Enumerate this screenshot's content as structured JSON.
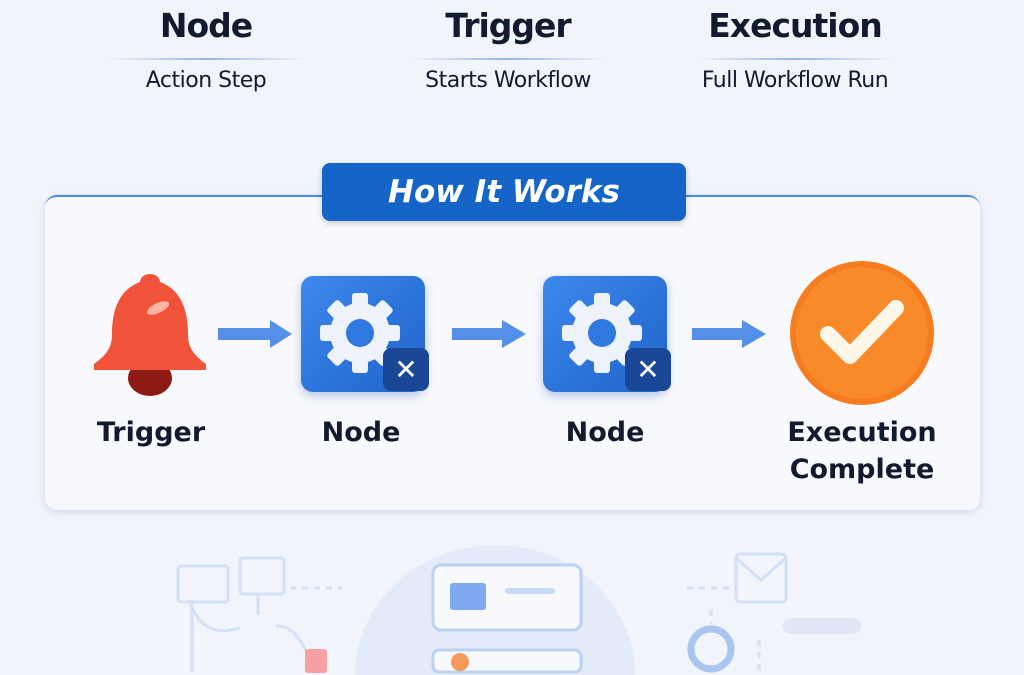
{
  "terms": [
    {
      "title": "Node",
      "subtitle": "Action Step"
    },
    {
      "title": "Trigger",
      "subtitle": "Starts Workflow"
    },
    {
      "title": "Execution",
      "subtitle": "Full Workflow Run"
    }
  ],
  "how_it_works": {
    "title": "How It Works",
    "steps": [
      {
        "label": "Trigger",
        "icon": "bell-icon"
      },
      {
        "label": "Node",
        "icon": "gear-icon"
      },
      {
        "label": "Node",
        "icon": "gear-icon"
      },
      {
        "label_line1": "Execution",
        "label_line2": "Complete",
        "icon": "checkmark-icon"
      }
    ]
  },
  "colors": {
    "accent": "#1565c8",
    "bell": "#f0533a",
    "check": "#f57c1f"
  }
}
